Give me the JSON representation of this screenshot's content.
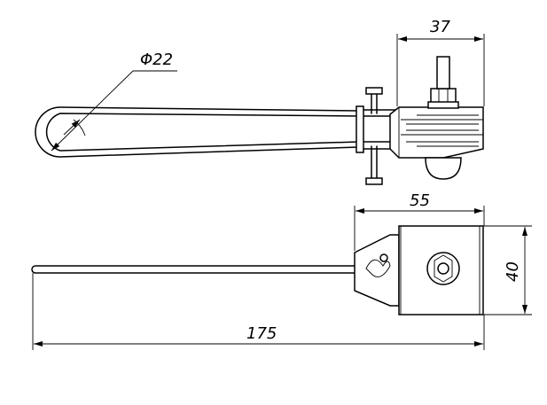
{
  "dimensions": {
    "diameter": "Φ22",
    "width_top": "37",
    "width_mid": "55",
    "height": "40",
    "length": "175"
  }
}
